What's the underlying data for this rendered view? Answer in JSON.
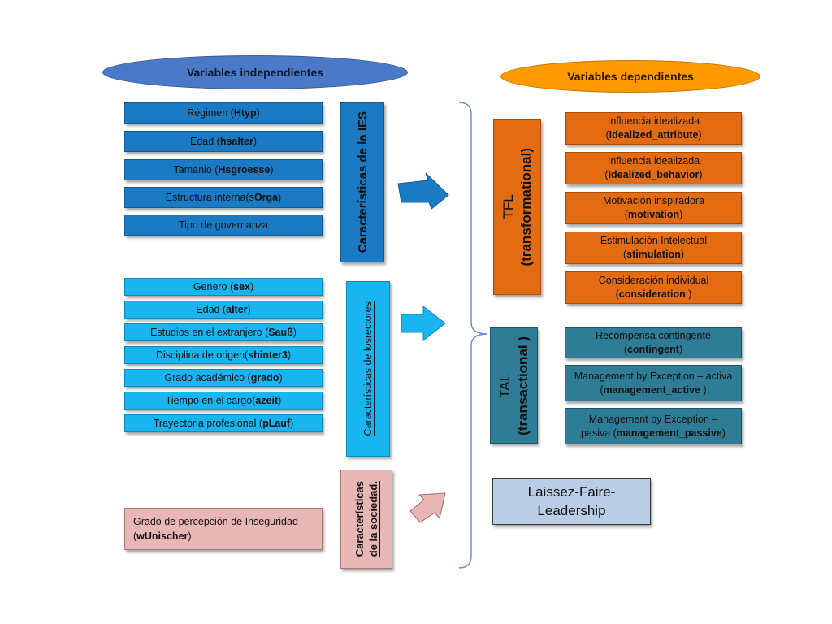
{
  "headers": {
    "independent": "Variables independientes",
    "dependent": "Variables dependientes"
  },
  "ies_vars": [
    {
      "text": "Régimen (",
      "code": "Htyp",
      "tail": ")"
    },
    {
      "text": "Edad (",
      "code": "hsalter",
      "tail": ")"
    },
    {
      "text": "Tamanio (",
      "code": "Hsgroesse",
      "tail": ")"
    },
    {
      "text": "Estructura interna(s",
      "code": "Orga",
      "tail": ")"
    },
    {
      "text": "Tipo de governanza",
      "code": "",
      "tail": ""
    }
  ],
  "rector_vars": [
    {
      "text": "Genero (",
      "code": "sex",
      "tail": ")"
    },
    {
      "text": "Edad (",
      "code": "alter",
      "tail": ")"
    },
    {
      "text": "Estudios en el extranjero (",
      "code": "Sauß",
      "tail": ")"
    },
    {
      "text": "Disciplina de origen(",
      "code": "shinter3",
      "tail": ")"
    },
    {
      "text": "Grado académico (",
      "code": "grado",
      "tail": ")"
    },
    {
      "text": "Tiempo en el cargo(",
      "code": "azeit",
      "tail": ")"
    },
    {
      "text": "Trayectoria profesional (",
      "code": "pLauf",
      "tail": ")"
    }
  ],
  "society_var": {
    "text": "Grado de percepción de Inseguridad",
    "code": "wUnischer"
  },
  "groups": {
    "ies": "Características de la IES",
    "rectores": "Características de losrectores",
    "sociedad_1": "Características",
    "sociedad_2": "de la sociedad."
  },
  "tfl": {
    "line1": "TFL",
    "line2": "(transformational)"
  },
  "tal": {
    "line1": "TAL",
    "line2": "(transactional  )"
  },
  "tfl_vars": [
    {
      "line1": "Influencia idealizada",
      "pre": "(",
      "code": "Idealized_attribute",
      "tail": ")"
    },
    {
      "line1": "Influencia idealizada",
      "pre": "(",
      "code": "Idealized_behavior",
      "tail": ")"
    },
    {
      "line1": "Motivación inspiradora",
      "pre": "(",
      "code": "motivation",
      "tail": ")"
    },
    {
      "line1": "Estimulación Intelectual",
      "pre": "(",
      "code": "stimulation",
      "tail": ")"
    },
    {
      "line1": "Consideración individual",
      "pre": "(",
      "code": "consideration",
      "tail": " )"
    }
  ],
  "tal_vars": [
    {
      "line1": "Recompensa contingente",
      "pre": "(",
      "code": "contingent",
      "tail": ")"
    },
    {
      "line1": "Management by Exception – activa",
      "pre": "(",
      "code": "management_active",
      "tail": " )"
    },
    {
      "line1": "Management by Exception –",
      "pre": "pasiva (",
      "code": "management_passive",
      "tail": ")"
    }
  ],
  "laissez": {
    "line1": "Laissez-Faire-",
    "line2": "Leadership"
  },
  "colors": {
    "ies": "#1a7bc4",
    "rectores": "#19b5f0",
    "tfl": "#e36b12",
    "tal": "#2f7c96",
    "sociedad": "#e8b7b5",
    "laissez": "#b9cde6"
  }
}
